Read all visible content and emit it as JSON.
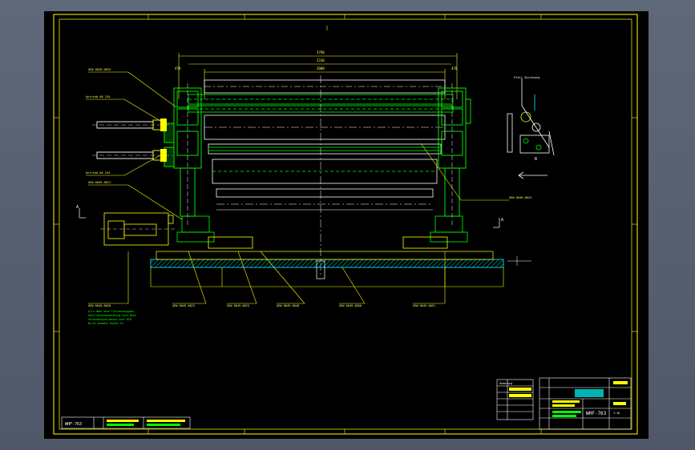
{
  "app": {
    "background_color": "#5a6372",
    "sheet_color": "#000000"
  },
  "colors": {
    "frame": "#ffff00",
    "part": "#00ff00",
    "center": "#ffffff",
    "hatch": "#00ffff",
    "label": "#ffff66"
  },
  "drawing": {
    "callouts": {
      "top_left_1": "GEW 0649-0653",
      "top_left_2": "Antrieb 06 234",
      "bottom_left_1": "Antrieb 06 234",
      "bottom_left_2": "GEW 0649-0621",
      "right": "GEW 0649-0623",
      "inset_label": "Pfeil Zeichnung"
    },
    "dimensions": {
      "overall": "3790",
      "inner": "2330",
      "roll": "2000",
      "left": "470",
      "right": "470"
    },
    "bottom_labels": [
      "GEW 0649-0622",
      "GEW 0649-0623",
      "GEW 0649-0640",
      "GEW 0649-0650",
      "GEW 0649-0651"
    ],
    "notes": {
      "title": "GEW 0649-0620",
      "lines": [
        "Alle Maße ohne Toleranzangaben",
        "Oberflächenbehandlung nach Norm",
        "Verbindungselemente nach DIN",
        "Nicht bemaßte Radien R2"
      ]
    },
    "section_marks": {
      "left": "A",
      "right": "A"
    },
    "arrow_label": "B"
  },
  "title_block": {
    "drawing_no": "WHF-763",
    "revision_header": "Änderung",
    "company": "",
    "designation": "",
    "scale": "1:10"
  },
  "stamp": {
    "drawing_no": "WHF-763"
  }
}
